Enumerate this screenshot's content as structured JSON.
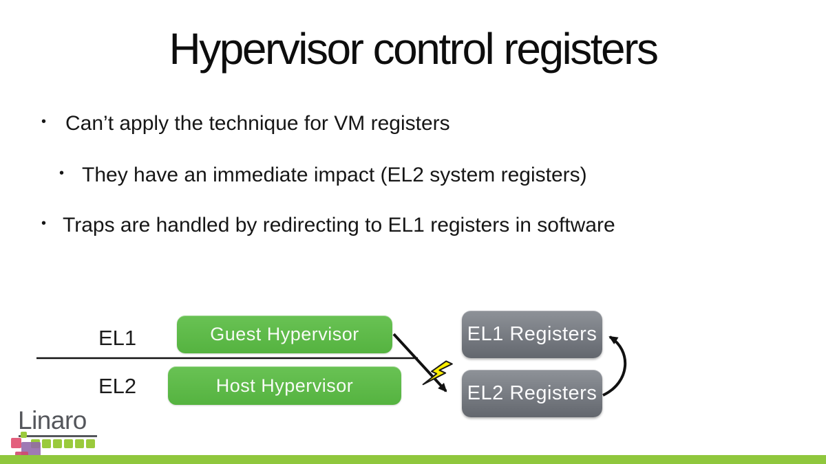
{
  "slide": {
    "title": "Hypervisor control registers",
    "bullet_char": "•",
    "bullets": [
      {
        "level": 1,
        "text": "Can’t apply the technique for VM registers"
      },
      {
        "level": 2,
        "text": "They have an immediate impact (EL2 system registers)"
      },
      {
        "level": 1,
        "text": "Traps are handled by redirecting to EL1 registers in software"
      }
    ]
  },
  "diagram": {
    "rows": [
      {
        "label": "EL1"
      },
      {
        "label": "EL2"
      }
    ],
    "software_boxes": [
      {
        "label": "Guest Hypervisor"
      },
      {
        "label": "Host Hypervisor"
      }
    ],
    "register_boxes": [
      {
        "label": "EL1 Registers"
      },
      {
        "label": "EL2 Registers"
      }
    ],
    "icons": {
      "lightning_bolt": "lightning-bolt",
      "trap_arrow": "arrow-down-right",
      "redirect_arrow": "curved-arrow-up"
    }
  },
  "footer": {
    "brand": "Linaro"
  },
  "colors": {
    "box-green-top": "#69c254",
    "box-green-bottom": "#55b340",
    "box-gray-top": "#8e9298",
    "box-gray-bottom": "#63676e",
    "footer-bar": "#8fc73d",
    "logo-green": "#9aca3c",
    "logo-gray": "#54565b",
    "logo-pink": "#e15172",
    "logo-purple": "#9268aa",
    "logo-crimson": "#cf4a6e",
    "bolt-yellow": "#ffef00",
    "line-black": "#111111"
  }
}
